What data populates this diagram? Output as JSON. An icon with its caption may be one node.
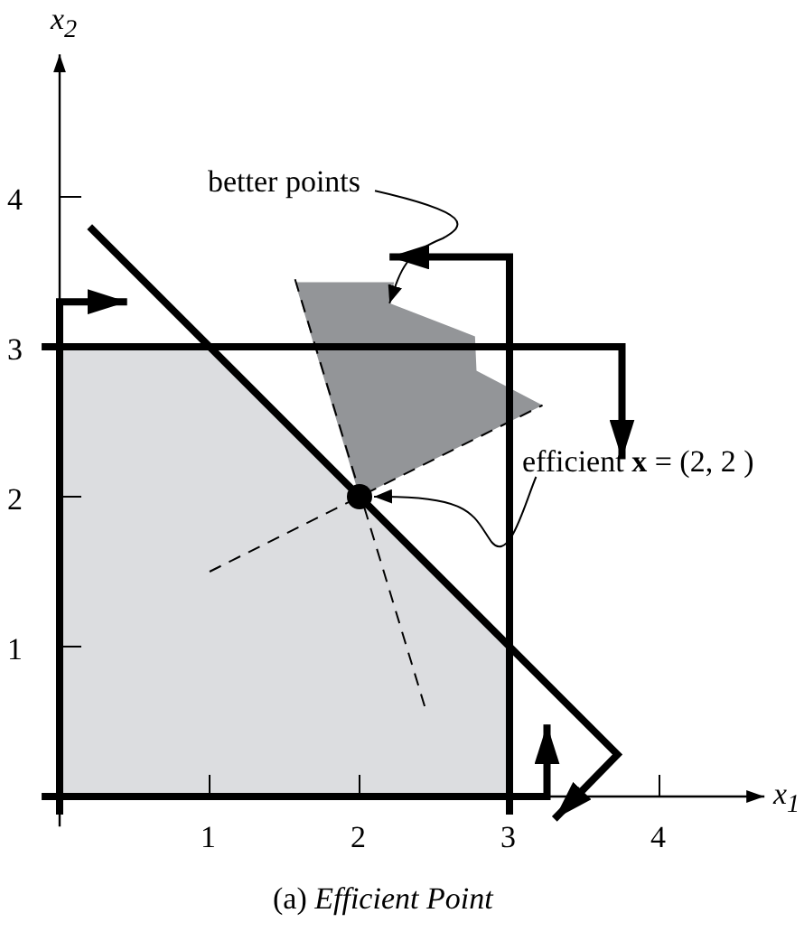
{
  "diagram": {
    "caption": "(a) *Efficient Point*",
    "nodes": [
      {
        "text": [
          "better points"
        ]
      },
      {
        "text": [],
        "shape": "polygon"
      },
      {
        "text": [
          "efficient **x** = (2, 2 )"
        ]
      },
      {
        "text": [],
        "shape": "circle"
      }
    ],
    "edges": [
      {
        "from": 0,
        "to": 1,
        "arrow": "to"
      },
      {
        "from": 2,
        "to": 3,
        "arrow": "to"
      }
    ],
    "labels": [
      "x$_{2}$",
      "4",
      "3",
      "2",
      "1",
      "1",
      "2",
      "3",
      "4",
      "x$_{1}$"
    ]
  }
}
